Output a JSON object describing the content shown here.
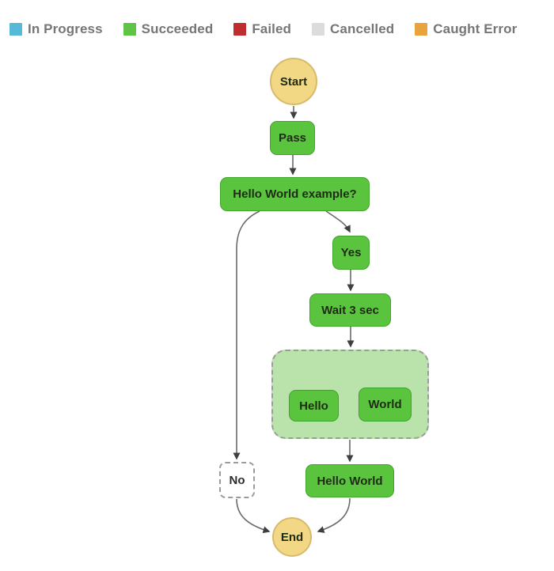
{
  "legend": {
    "items": [
      {
        "label": "In Progress",
        "color": "#57b9d8"
      },
      {
        "label": "Succeeded",
        "color": "#5ec445"
      },
      {
        "label": "Failed",
        "color": "#bf2e2e"
      },
      {
        "label": "Cancelled",
        "color": "#dcdcdc"
      },
      {
        "label": "Caught Error",
        "color": "#e8a33d"
      }
    ]
  },
  "graph": {
    "nodes": {
      "start": {
        "label": "Start"
      },
      "pass": {
        "label": "Pass"
      },
      "choice": {
        "label": "Hello World example?"
      },
      "yes": {
        "label": "Yes"
      },
      "wait": {
        "label": "Wait 3 sec"
      },
      "hello": {
        "label": "Hello"
      },
      "world": {
        "label": "World"
      },
      "no": {
        "label": "No"
      },
      "hello_world": {
        "label": "Hello World"
      },
      "end": {
        "label": "End"
      }
    }
  },
  "colors": {
    "succeeded_fill": "#5bc43e",
    "succeeded_border": "#3fa42b",
    "terminal_fill": "#f2d784",
    "terminal_border": "#d8ba6c",
    "parallel_fill": "#b9e3aa",
    "dashed_border": "#9b9b9b",
    "edge": "#6a6a6a",
    "arrow": "#3f3f3f"
  }
}
